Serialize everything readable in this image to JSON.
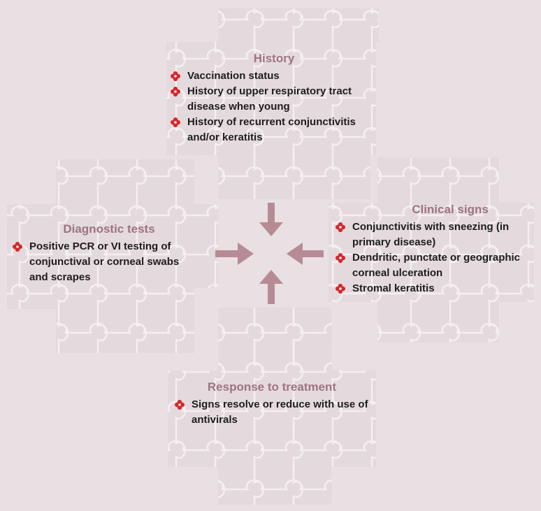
{
  "colors": {
    "background": "#e9e0e3",
    "puzzle_fill": "#e4dadd",
    "puzzle_line": "#f6f1f3",
    "title": "#9e7384",
    "bullet": "#d6262a",
    "arrow": "#b78b96",
    "text": "#1d1d1d"
  },
  "icons": {
    "bullet": "red-quatrefoil-cross-icon",
    "arrow": "arrow-icon"
  },
  "panels": {
    "history": {
      "title": "History",
      "items": [
        "Vaccination status",
        "History of upper respiratory tract disease when young",
        "History of recurrent conjunctivitis and/or keratitis"
      ]
    },
    "diagnostic": {
      "title": "Diagnostic tests",
      "items": [
        "Positive PCR or VI testing of conjunctival or corneal swabs and scrapes"
      ]
    },
    "clinical": {
      "title": "Clinical signs",
      "items": [
        "Conjunctivitis with sneezing (in primary disease)",
        "Dendritic, punctate or geographic corneal ulceration",
        "Stromal keratitis"
      ]
    },
    "response": {
      "title": "Response to treatment",
      "items": [
        "Signs resolve or reduce with use of antivirals"
      ]
    }
  }
}
